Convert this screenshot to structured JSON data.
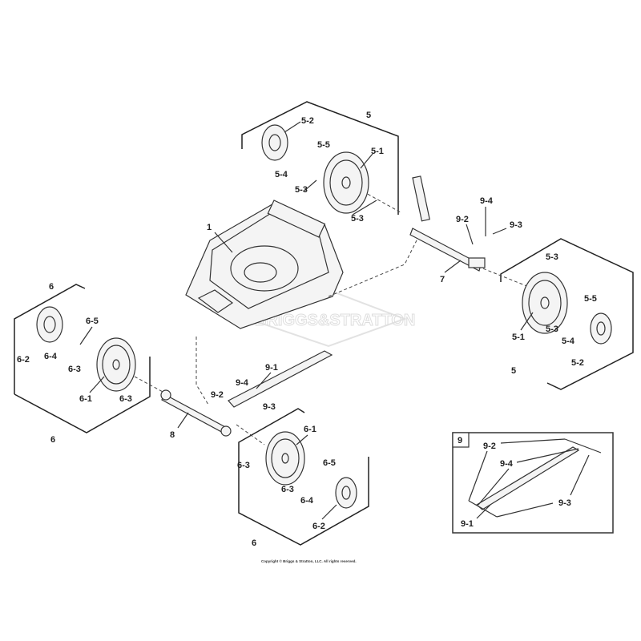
{
  "watermark": "BRIGGS&STRATTON",
  "copyright": "Copyright © Briggs & Stratton, LLC. All rights reserved.",
  "labels": {
    "deck": "1",
    "top_group": "5",
    "top_5_2": "5-2",
    "top_5_5": "5-5",
    "top_5_4": "5-4",
    "top_5_1": "5-1",
    "top_5_3a": "5-3",
    "top_5_3b": "5-3",
    "rt_9_4": "9-4",
    "rt_9_2": "9-2",
    "rt_9_3": "9-3",
    "rt_7": "7",
    "right_5_3a": "5-3",
    "right_5_5": "5-5",
    "right_5_3b": "5-3",
    "right_5_4": "5-4",
    "right_5_1": "5-1",
    "right_5_2": "5-2",
    "right_group": "5",
    "left_group_top": "6",
    "left_6_5": "6-5",
    "left_6_4": "6-4",
    "left_6_2": "6-2",
    "left_6_3a": "6-3",
    "left_6_1": "6-1",
    "left_6_3b": "6-3",
    "left_group": "6",
    "left_8": "8",
    "mid_9_1": "9-1",
    "mid_9_4": "9-4",
    "mid_9_2": "9-2",
    "mid_9_3": "9-3",
    "bot_6_1": "6-1",
    "bot_6_3a": "6-3",
    "bot_6_5": "6-5",
    "bot_6_3b": "6-3",
    "bot_6_4": "6-4",
    "bot_6_2": "6-2",
    "bot_group": "6",
    "inset_title": "9",
    "inset_9_2": "9-2",
    "inset_9_4": "9-4",
    "inset_9_3": "9-3",
    "inset_9_1": "9-1"
  }
}
